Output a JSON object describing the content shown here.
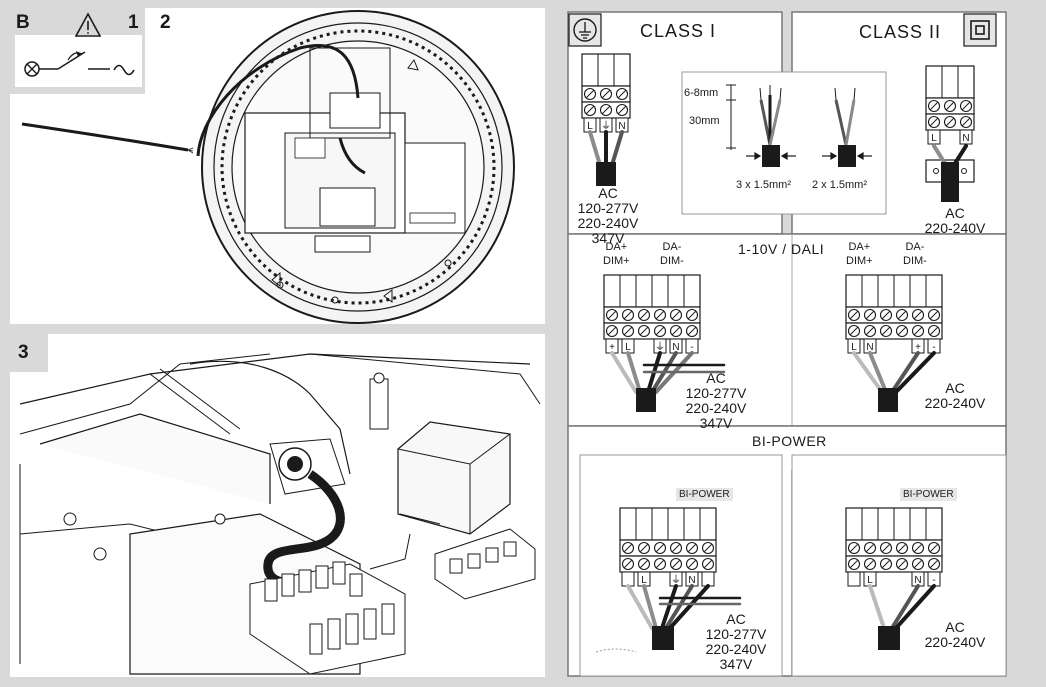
{
  "steps": {
    "b": "B",
    "s1": "1",
    "s2": "2",
    "s3": "3"
  },
  "class1": {
    "title": "CLASS I",
    "voltage": [
      "AC",
      "120-277V",
      "220-240V",
      "347V"
    ],
    "terminals": [
      "L",
      "⏚",
      "N"
    ]
  },
  "class2": {
    "title": "CLASS II",
    "voltage": [
      "AC",
      "220-240V"
    ],
    "terminals": [
      "L",
      "N"
    ]
  },
  "strip": {
    "dim1": "6-8mm",
    "dim2": "30mm",
    "cable3": "3 x 1.5mm²",
    "cable2": "2 x 1.5mm²"
  },
  "dali": {
    "title": "1-10V / DALI",
    "left": {
      "da_plus": "DA+",
      "dim_plus": "DIM+",
      "da_minus": "DA-",
      "dim_minus": "DIM-",
      "terminals": [
        "+",
        "L",
        "⏚",
        "N",
        "-"
      ],
      "voltage": [
        "AC",
        "120-277V",
        "220-240V",
        "347V"
      ]
    },
    "right": {
      "da_plus": "DA+",
      "dim_plus": "DIM+",
      "da_minus": "DA-",
      "dim_minus": "DIM-",
      "terminals": [
        "L",
        "N",
        "+",
        "-"
      ],
      "voltage": [
        "AC",
        "220-240V"
      ]
    }
  },
  "bipower": {
    "title": "BI-POWER",
    "left": {
      "tag": "BI-POWER",
      "terminals": [
        "L",
        "⏚",
        "N"
      ],
      "voltage": [
        "AC",
        "120-277V",
        "220-240V",
        "347V"
      ]
    },
    "right": {
      "tag": "BI-POWER",
      "terminals": [
        "L",
        "N",
        "-"
      ],
      "voltage": [
        "AC",
        "220-240V"
      ]
    }
  },
  "colors": {
    "background": "#d9d9d9",
    "panel": "#ffffff",
    "line": "#1a1a1a",
    "wire_grey": "#8c8c8c"
  }
}
